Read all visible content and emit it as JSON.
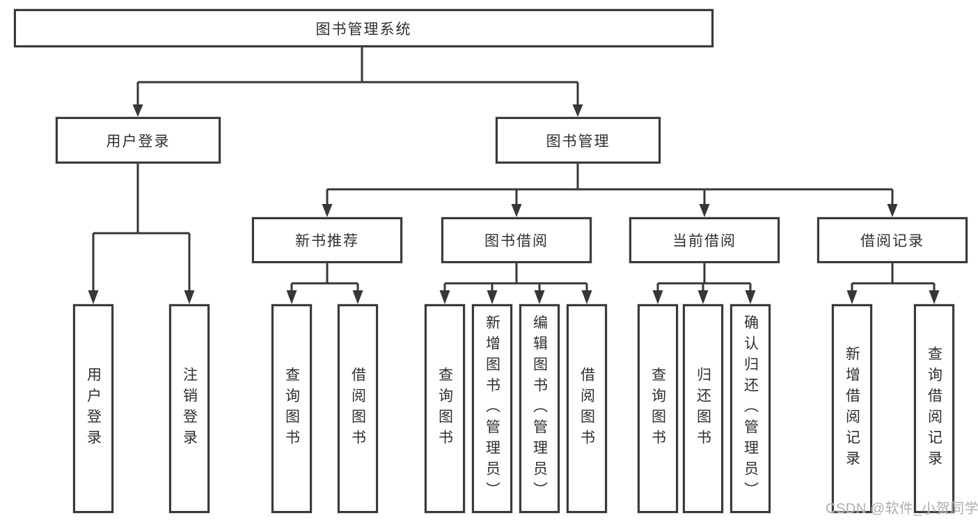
{
  "diagram": {
    "root": {
      "label": "图书管理系统"
    },
    "level2": {
      "user_login": {
        "label": "用户登录",
        "children": {
          "login": "用户登录",
          "logout": "注销登录"
        }
      },
      "book_mgmt": {
        "label": "图书管理"
      }
    },
    "level3": {
      "new_book_rec": {
        "label": "新书推荐",
        "children": {
          "query": "查询图书",
          "borrow": "借阅图书"
        }
      },
      "book_borrow": {
        "label": "图书借阅",
        "children": {
          "query": "查询图书",
          "add": "新增图书（管理员）",
          "edit": "编辑图书（管理员）",
          "borrow": "借阅图书"
        }
      },
      "current_borrow": {
        "label": "当前借阅",
        "children": {
          "query": "查询图书",
          "return": "归还图书",
          "confirm": "确认归还（管理员）"
        }
      },
      "borrow_records": {
        "label": "借阅记录",
        "children": {
          "add": "新增借阅记录",
          "query": "查询借阅记录"
        }
      }
    }
  },
  "watermark": {
    "text": "CSDN @软件_小贺同学"
  },
  "colors": {
    "line": "#373737",
    "box_border": "#3A3A3A",
    "text": "#2F2F2F",
    "watermark": "#A9AEB4",
    "background": "#FFFFFF"
  }
}
